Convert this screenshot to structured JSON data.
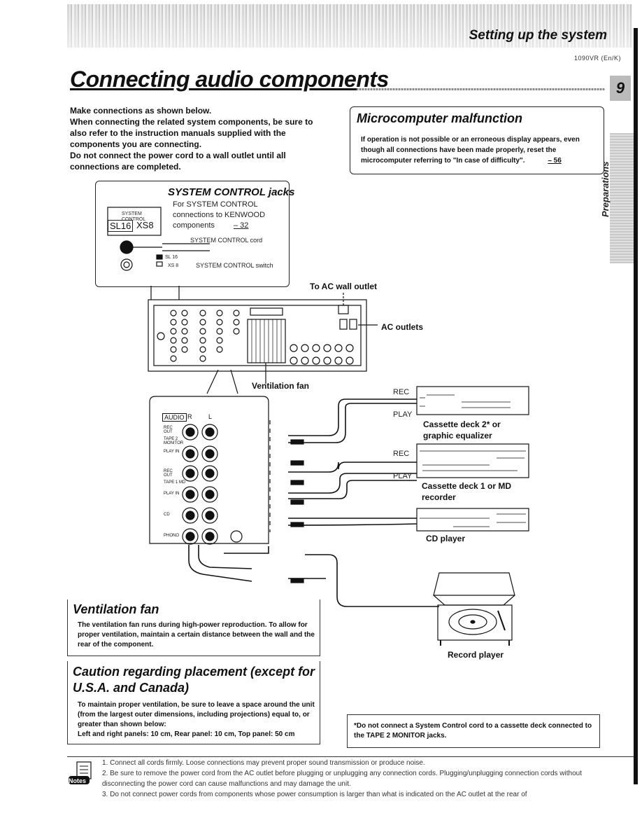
{
  "header": {
    "section_title": "Setting up the system",
    "model": "1090VR (En/K)",
    "page_number": "9",
    "side_tab": "Preparations"
  },
  "main_title": "Connecting audio components",
  "intro": {
    "lines": [
      "Make connections as shown below.",
      "When connecting the related system components, be sure to also refer to the instruction manuals supplied with the components you are connecting.",
      "Do not connect the power cord to a wall outlet until all connections are completed."
    ]
  },
  "microcomputer": {
    "title": "Microcomputer malfunction",
    "text": "If operation is not possible or an erroneous display appears, even though all connections have been made properly, reset the microcomputer referring to \"In case of difficulty\".",
    "page_ref": "– 56"
  },
  "system_control": {
    "title": "SYSTEM CONTROL jacks",
    "desc": "For SYSTEM CONTROL connections to KENWOOD components",
    "page_ref": "– 32",
    "panel_label": "SYSTEM CONTROL",
    "switch_left": "SL16",
    "switch_right": "XS8",
    "cord_label": "SYSTEM CONTROL cord",
    "switch_opt1": "SL 16",
    "switch_opt2": "XS 8",
    "switch_label": "SYSTEM CONTROL switch"
  },
  "diagram": {
    "ac_wall": "To AC wall outlet",
    "ac_outlets": "AC outlets",
    "vent_fan": "Ventilation fan",
    "jack_panel": {
      "audio": "AUDIO",
      "r": "R",
      "l": "L",
      "rows": [
        "REC OUT",
        "TAPE 2 MONITOR",
        "PLAY IN",
        "REC OUT",
        "TAPE 1 MD",
        "PLAY IN",
        "CD",
        "PHONO"
      ]
    },
    "rec1": "REC",
    "play1": "PLAY",
    "rec2": "REC",
    "play2": "PLAY",
    "cassette2": "Cassette deck 2* or graphic equalizer",
    "cassette1": "Cassette deck 1 or MD recorder",
    "cd_player": "CD player",
    "record_player": "Record player"
  },
  "ventilation": {
    "title": "Ventilation fan",
    "text": "The ventilation fan runs during high-power reproduction. To allow for proper ventilation, maintain a certain distance between the wall and the rear of the component."
  },
  "caution": {
    "title": "Caution regarding placement (except for U.S.A. and Canada)",
    "text": "To maintain proper ventilation, be sure to leave a space around the unit (from the largest outer dimensions, including projections) equal to, or greater than shown below:",
    "dims": "Left and right panels: 10 cm, Rear panel: 10 cm, Top panel: 50 cm"
  },
  "tape_note": "*Do not connect a System Control cord to a cassette deck connected to the TAPE 2 MONITOR jacks.",
  "notes": {
    "icon_label": "Notes",
    "items": [
      "1. Connect all cords firmly. Loose connections may prevent proper sound transmission or produce noise.",
      "2. Be sure to remove the power cord from the AC outlet before plugging or unplugging any connection cords. Plugging/unplugging connection cords without disconnecting the power cord can cause malfunctions and may damage the unit.",
      "3. Do not connect power cords from components whose power consumption is larger than what is indicated on the AC outlet at the rear of"
    ]
  }
}
